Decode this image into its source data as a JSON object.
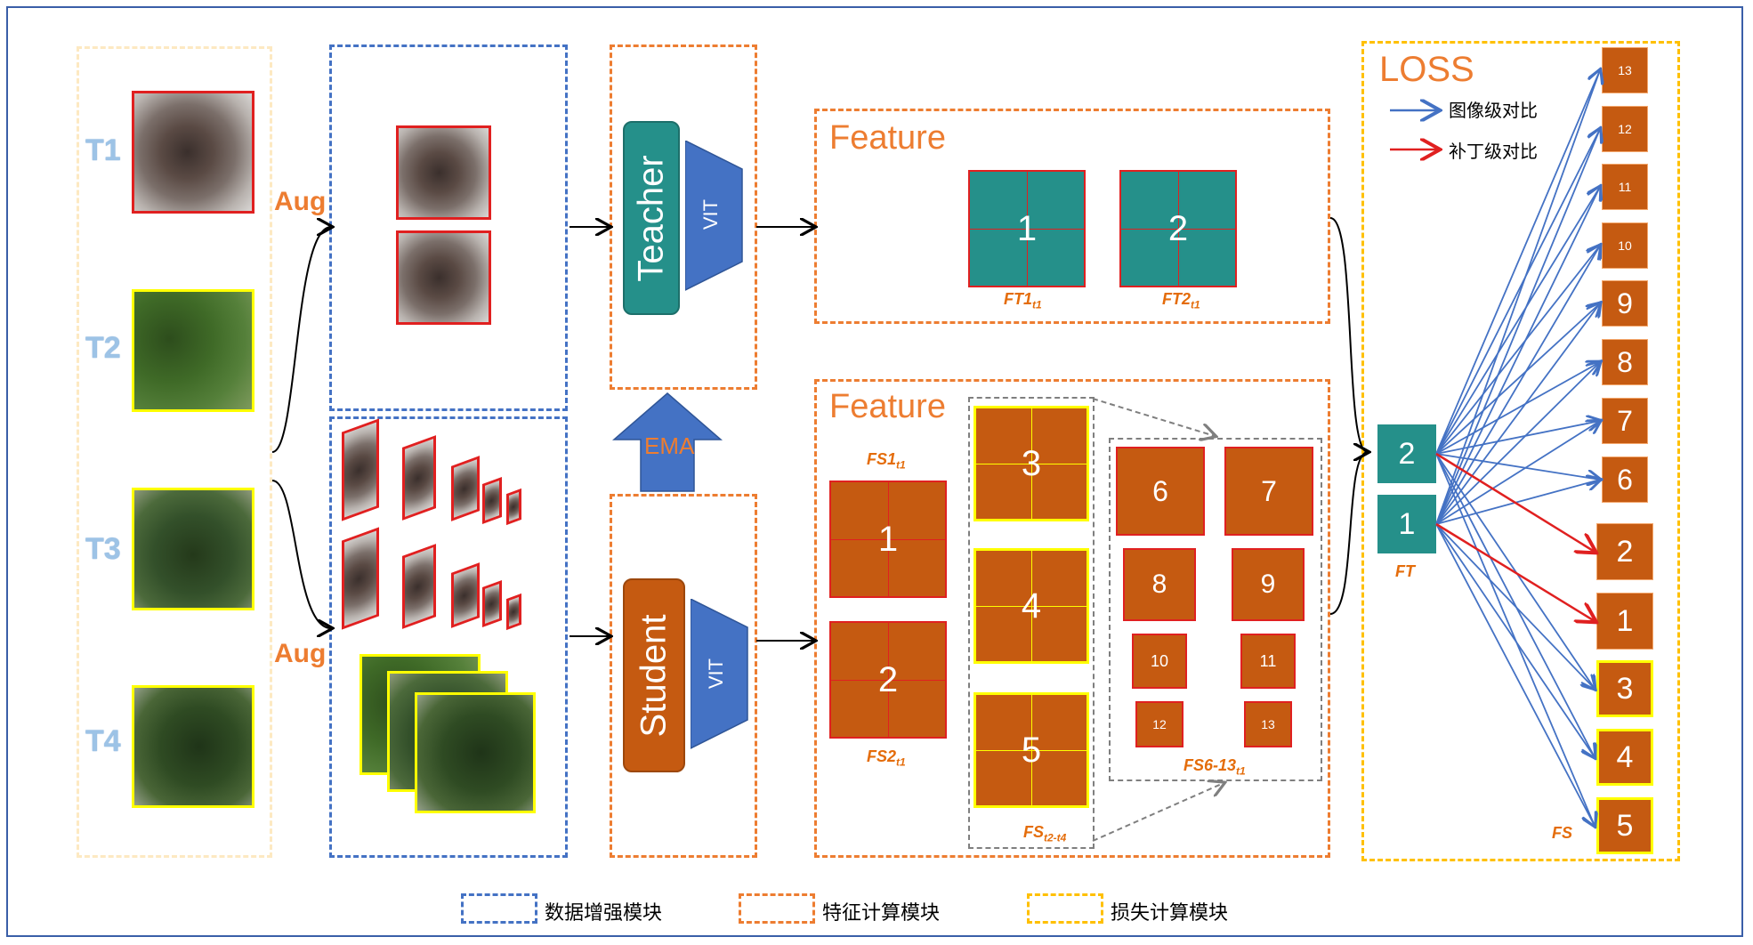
{
  "inputs": {
    "t1": "T1",
    "t2": "T2",
    "t3": "T3",
    "t4": "T4"
  },
  "aug_top": "Aug",
  "aug_bottom": "Aug",
  "teacher": "Teacher",
  "student": "Student",
  "vit": "VIT",
  "ema": "EMA",
  "feature_top": "Feature",
  "feature_bottom": "Feature",
  "ft_boxes": [
    "1",
    "2"
  ],
  "ft_labels": {
    "ft1": "FT1",
    "ft1_sub": "t1",
    "ft2": "FT2",
    "ft2_sub": "t1"
  },
  "fs_labels": {
    "fs1": "FS1",
    "fs1_sub": "t1",
    "fs2": "FS2",
    "fs2_sub": "t1",
    "fs_mid": "FS",
    "fs_mid_sub": "t2-t4",
    "fs_small": "FS6-13",
    "fs_small_sub": "t1"
  },
  "fs_big": [
    "1",
    "2"
  ],
  "fs_mid_boxes": [
    "3",
    "4",
    "5"
  ],
  "fs_small_boxes": [
    "6",
    "7",
    "8",
    "9",
    "10",
    "11",
    "12",
    "13"
  ],
  "loss": {
    "title": "LOSS",
    "legend_image": "图像级对比",
    "legend_patch": "补丁级对比",
    "ft_boxes": [
      "2",
      "1"
    ],
    "ft_label": "FT",
    "fs_label": "FS",
    "fs_boxes": [
      "13",
      "12",
      "11",
      "10",
      "9",
      "8",
      "7",
      "6",
      "2",
      "1",
      "3",
      "4",
      "5"
    ]
  },
  "legend": {
    "data_aug": "数据增强模块",
    "feature_calc": "特征计算模块",
    "loss_calc": "损失计算模块"
  },
  "colors": {
    "blue_dash": "#4472c4",
    "orange_dash": "#ed7d31",
    "yellow_dash": "#ffc000",
    "teal": "#25908a",
    "brown_orange": "#c55a11",
    "arrow_blue": "#4472c4",
    "arrow_red": "#e02020"
  }
}
